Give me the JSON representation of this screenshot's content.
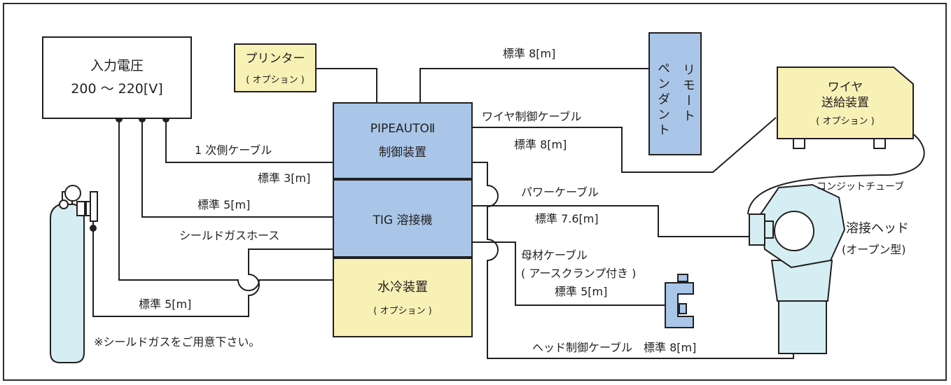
{
  "colors": {
    "frame": "#2d2d2d",
    "line": "#231f20",
    "control_fill": "#a9c6e8",
    "option_fill": "#f8f1b6",
    "equipment_fill": "#d4eef3"
  },
  "icons": [
    "gas-cylinder-icon",
    "pressure-regulator-icon",
    "ground-clamp-icon",
    "welding-head-icon"
  ],
  "boxes": {
    "input_voltage": {
      "title": "入力電圧",
      "sub": "200 ～ 220[V]"
    },
    "printer": {
      "title": "プリンター",
      "sub": "( オプション )"
    },
    "controller": {
      "title": "PIPEAUTOⅡ",
      "sub": "制御装置"
    },
    "tig": {
      "title": "TIG 溶接機"
    },
    "water_cooler": {
      "title": "水冷装置",
      "sub": "( オプション )"
    },
    "remote": {
      "title": "リモート",
      "sub": "ペンダント"
    },
    "wire_feeder": {
      "title": "ワイヤ",
      "sub": "送給装置",
      "option": "( オプション )"
    }
  },
  "labels": {
    "remote_std": "標準 8[m]",
    "wire_cable": "ワイヤ制御ケーブル",
    "wire_std": "標準 8[m]",
    "primary_cable": "1 次側ケーブル",
    "primary_std": "標準 3[m]",
    "tig_std": "標準 5[m]",
    "gas_hose": "シールドガスホース",
    "gas_std": "標準 5[m]",
    "gas_note": "※シールドガスをご用意下さい。",
    "power_cable": "パワーケーブル",
    "power_std": "標準 7.6[m]",
    "base_cable": "母材ケーブル",
    "base_clamp": "( アースクランプ付き )",
    "base_std": "標準 5[m]",
    "head_cable": "ヘッド制御ケーブル　標準 8[m]",
    "conduit": "コンジットチューブ",
    "head": "溶接ヘッド",
    "head_type": "(オープン型)"
  }
}
